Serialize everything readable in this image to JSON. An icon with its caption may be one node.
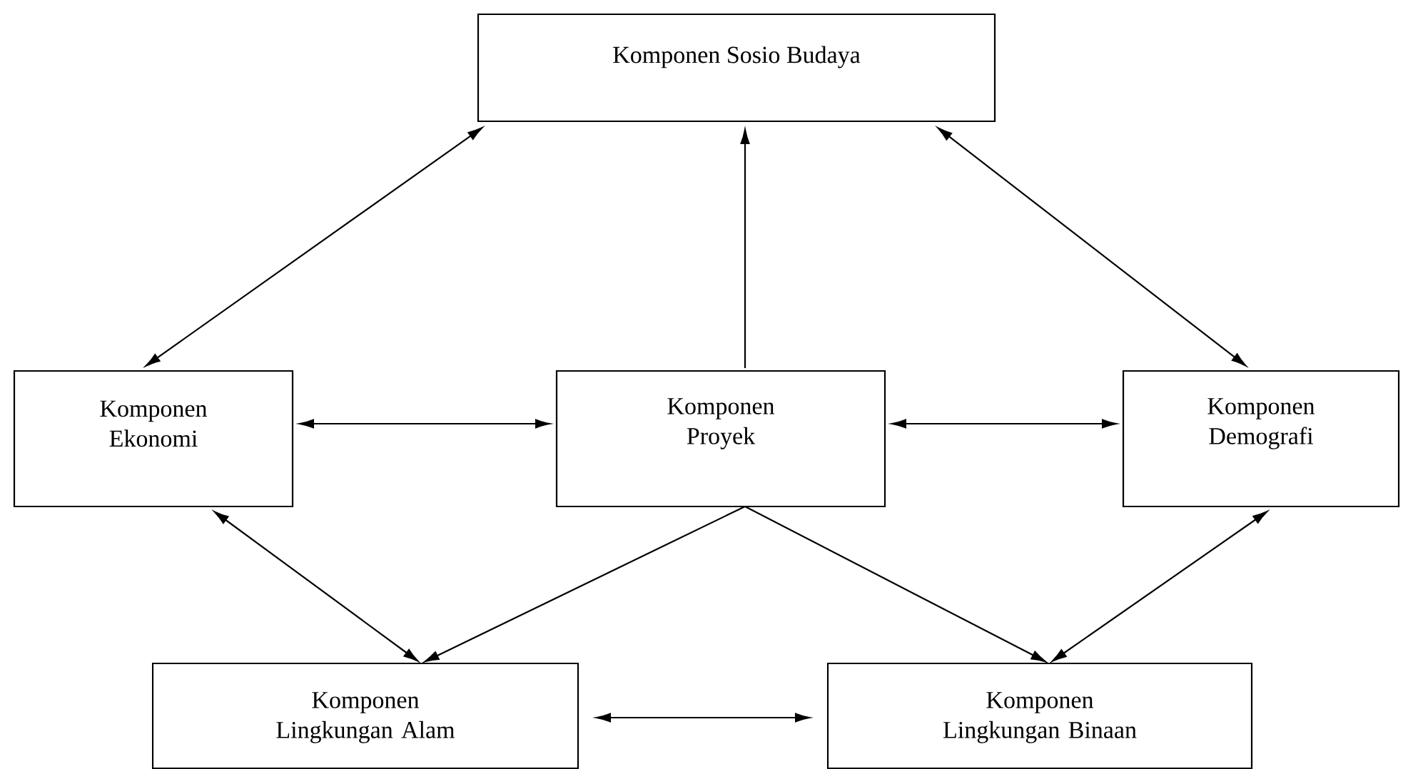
{
  "diagram": {
    "nodes": [
      {
        "text": [
          "Komponen Sosio Budaya"
        ]
      },
      {
        "text": [
          "Komponen Ekonomi"
        ]
      },
      {
        "text": [
          "Komponen Proyek"
        ]
      },
      {
        "text": [
          "Komponen Demografi"
        ]
      },
      {
        "text": [
          "Komponen Lingkungan Alam"
        ]
      },
      {
        "text": [
          "Komponen Lingkungan Binaan"
        ]
      }
    ],
    "edges": [
      {
        "from": 1,
        "to": 0,
        "arrow": "both"
      },
      {
        "from": 2,
        "to": 0,
        "arrow": "to"
      },
      {
        "from": 0,
        "to": 3,
        "arrow": "both"
      },
      {
        "from": 1,
        "to": 2,
        "arrow": "both"
      },
      {
        "from": 2,
        "to": 3,
        "arrow": "both"
      },
      {
        "from": 1,
        "to": 4,
        "arrow": "both"
      },
      {
        "from": 2,
        "to": 4,
        "arrow": "to"
      },
      {
        "from": 2,
        "to": 5,
        "arrow": "to"
      },
      {
        "from": 3,
        "to": 5,
        "arrow": "both"
      },
      {
        "from": 4,
        "to": 5,
        "arrow": "both"
      }
    ]
  }
}
